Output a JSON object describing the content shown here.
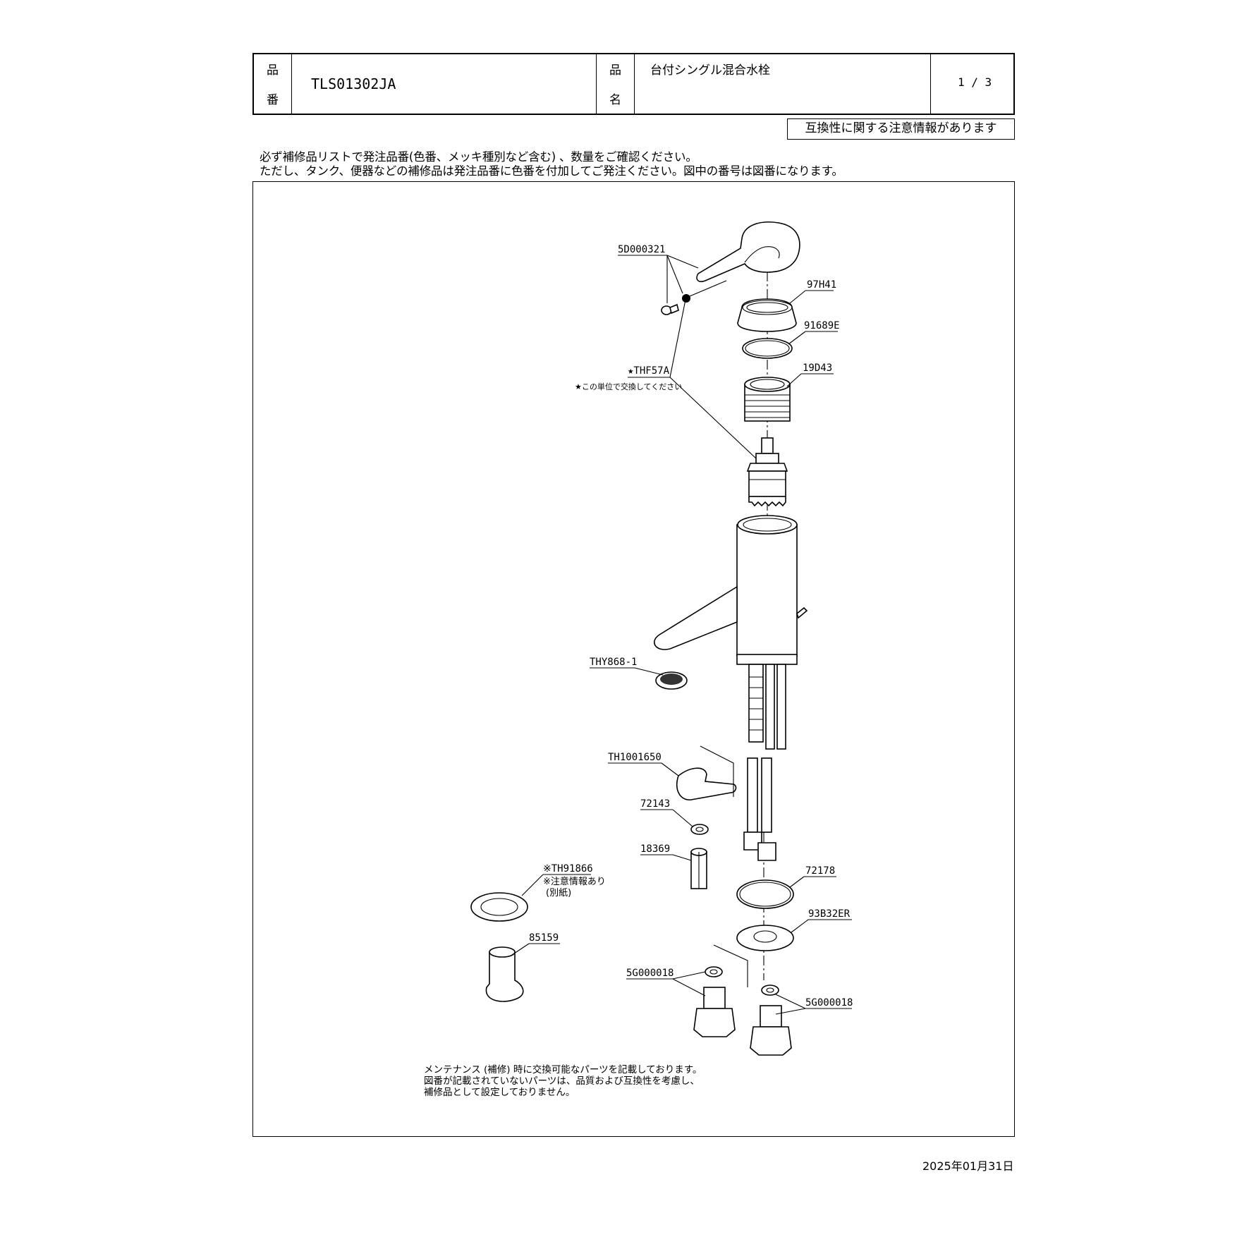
{
  "header": {
    "part_no_label": "品番",
    "part_no_value": "TLS01302JA",
    "name_label": "品名",
    "name_value": "台付シングル混合水栓",
    "page": "1 / 3"
  },
  "notice_box": "互換性に関する注意情報があります",
  "instructions": [
    "必ず補修品リストで発注品番(色番、メッキ種別など含む) 、数量をご確認ください。",
    "ただし、タンク、便器などの補修品は発注品番に色番を付加してご発注ください。図中の番号は図番になります。"
  ],
  "part_labels": {
    "p1": "5D000321",
    "p2": "97H41",
    "p3": "91689E",
    "p4": "19D43",
    "p5": "★THF57A",
    "p5_note": "★この単位で交換してください",
    "p6": "THY868-1",
    "p7": "TH1001650",
    "p8": "72143",
    "p9": "18369",
    "p10": "※TH91866",
    "p10_note1": "※注意情報あり",
    "p10_note2": "(別紙)",
    "p11": "85159",
    "p12": "72178",
    "p13": "93B32ER",
    "p14": "5G000018",
    "p15": "5G000018"
  },
  "footer_notes": [
    "メンテナンス (補修) 時に交換可能なパーツを記載しております。",
    "図番が記載されていないパーツは、品質および互換性を考慮し、",
    "補修品として設定しておりません。"
  ],
  "date": "2025年01月31日"
}
